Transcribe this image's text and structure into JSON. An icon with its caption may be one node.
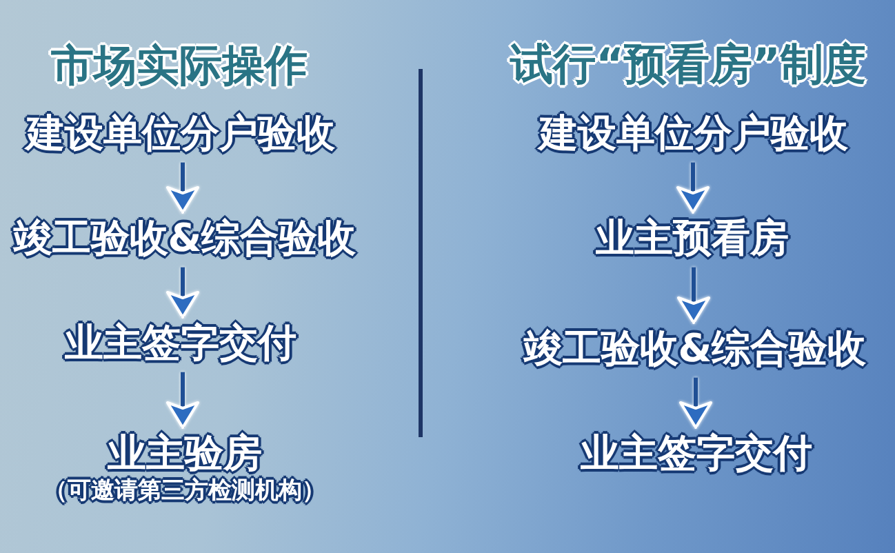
{
  "diagram": {
    "nodes": [
      {
        "text": [
          "建设单位分户验收"
        ]
      },
      {
        "text": [
          "竣工验收&综合验收"
        ]
      },
      {
        "text": [
          "业主签字交付"
        ]
      },
      {
        "text": [
          "业主验房"
        ],
        "beside": [
          "（可邀请第三方检测机构）"
        ]
      },
      {
        "text": [
          "建设单位分户验收"
        ]
      },
      {
        "text": [
          "业主预看房"
        ]
      },
      {
        "text": [
          "竣工验收&综合验收"
        ]
      },
      {
        "text": [
          "业主签字交付"
        ]
      }
    ],
    "edges": [
      {
        "from": 0,
        "to": 1,
        "arrow": "to"
      },
      {
        "from": 1,
        "to": 2,
        "arrow": "to"
      },
      {
        "from": 2,
        "to": 3,
        "arrow": "to"
      },
      {
        "from": 4,
        "to": 5,
        "arrow": "to"
      },
      {
        "from": 5,
        "to": 6,
        "arrow": "to"
      },
      {
        "from": 6,
        "to": 7,
        "arrow": "to"
      }
    ],
    "labels": [
      "市场实际操作",
      "试行“预看房”制度"
    ]
  }
}
